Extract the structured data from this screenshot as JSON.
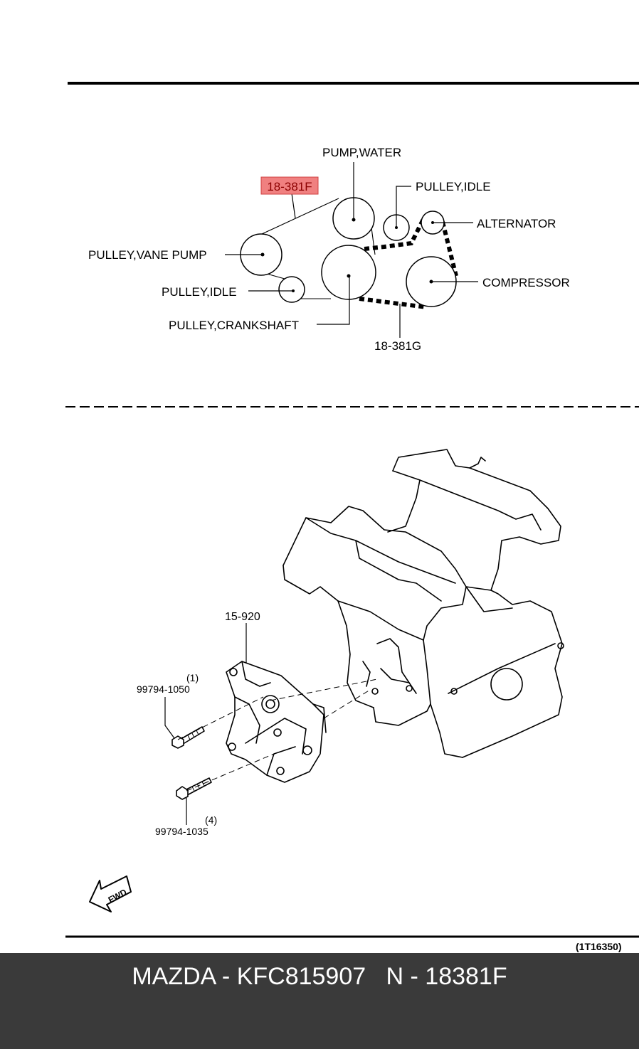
{
  "belt_diagram": {
    "labels": {
      "water_pump": "PUMP,WATER",
      "idle_pulley_upper": "PULLEY,IDLE",
      "alternator": "ALTERNATOR",
      "vane_pump": "PULLEY,VANE PUMP",
      "compressor": "COMPRESSOR",
      "idle_pulley_lower": "PULLEY,IDLE",
      "crankshaft": "PULLEY,CRANKSHAFT"
    },
    "part_numbers": {
      "highlighted": "18-381F",
      "second_belt": "18-381G"
    },
    "highlight_color": "#f08080"
  },
  "exploded_view": {
    "bracket_part": "15-920",
    "bolt_upper": {
      "part": "99794-1050",
      "qty": "(1)"
    },
    "bolt_lower": {
      "part": "99794-1035",
      "qty": "(4)"
    },
    "fwd_label": "FWD"
  },
  "figure_code": "(1T16350)",
  "footer": {
    "brand": "MAZDA",
    "code": "KFC815907",
    "variant": "N",
    "part": "18381F"
  }
}
